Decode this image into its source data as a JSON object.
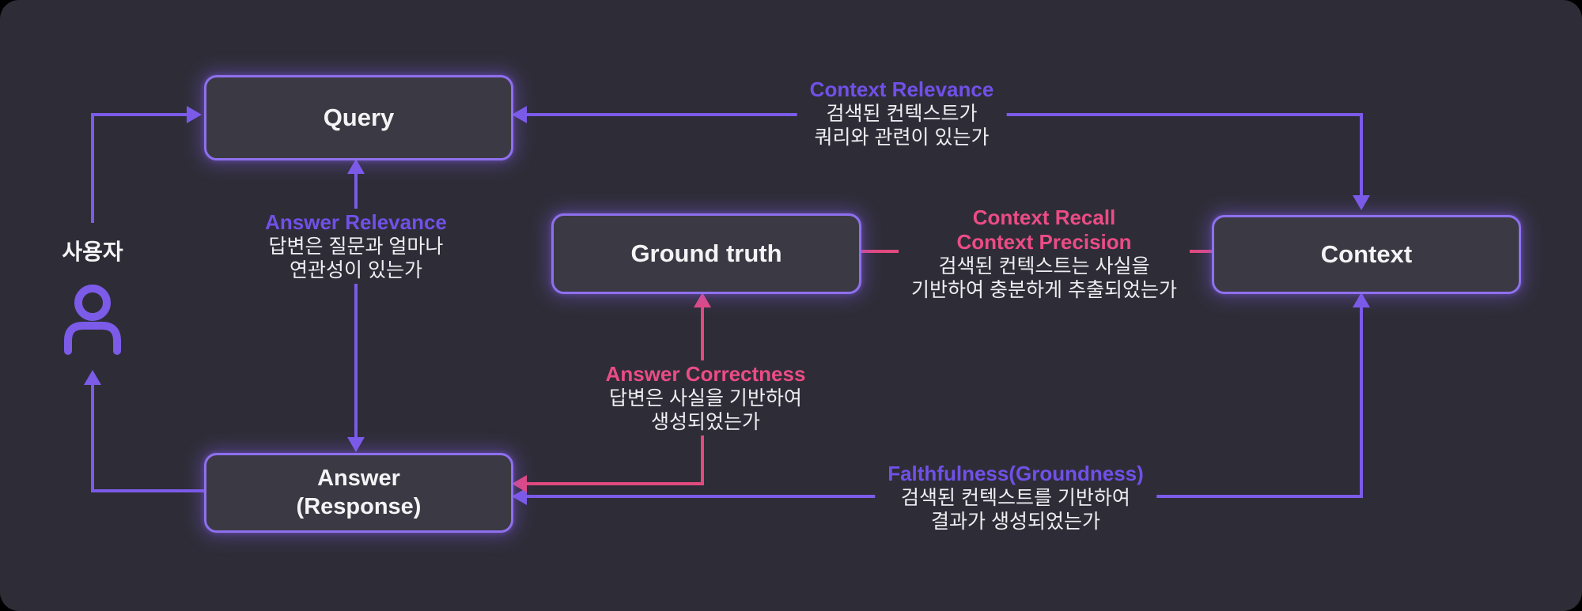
{
  "colors": {
    "background": "#2e2d37",
    "node_fill": "#3b3a44",
    "node_border": "#8e70ee",
    "purple_line": "#7b5be8",
    "purple_text": "#7150e8",
    "pink_line": "#e2497f",
    "pink_text": "#ec4c86",
    "text": "#f4f4f6"
  },
  "nodes": {
    "query": {
      "label": "Query"
    },
    "ground_truth": {
      "label": "Ground truth"
    },
    "context": {
      "label": "Context"
    },
    "answer": {
      "line1": "Answer",
      "line2": "(Response)"
    },
    "user": {
      "label": "사용자",
      "icon": "person-icon"
    }
  },
  "edge_labels": {
    "context_relevance": {
      "title": "Context Relevance",
      "desc1": "검색된 컨텍스트가",
      "desc2": "쿼리와 관련이 있는가"
    },
    "answer_relevance": {
      "title": "Answer Relevance",
      "desc1": "답변은 질문과 얼마나",
      "desc2": "연관성이 있는가"
    },
    "context_recall_precision": {
      "title1": "Context Recall",
      "title2": "Context Precision",
      "desc1": "검색된 컨텍스트는 사실을",
      "desc2": "기반하여 충분하게 추출되었는가"
    },
    "answer_correctness": {
      "title": "Answer Correctness",
      "desc1": "답변은 사실을 기반하여",
      "desc2": "생성되었는가"
    },
    "faithfulness": {
      "title": "Falthfulness(Groundness)",
      "desc1": "검색된 컨텍스트를 기반하여",
      "desc2": "결과가 생성되었는가"
    }
  }
}
